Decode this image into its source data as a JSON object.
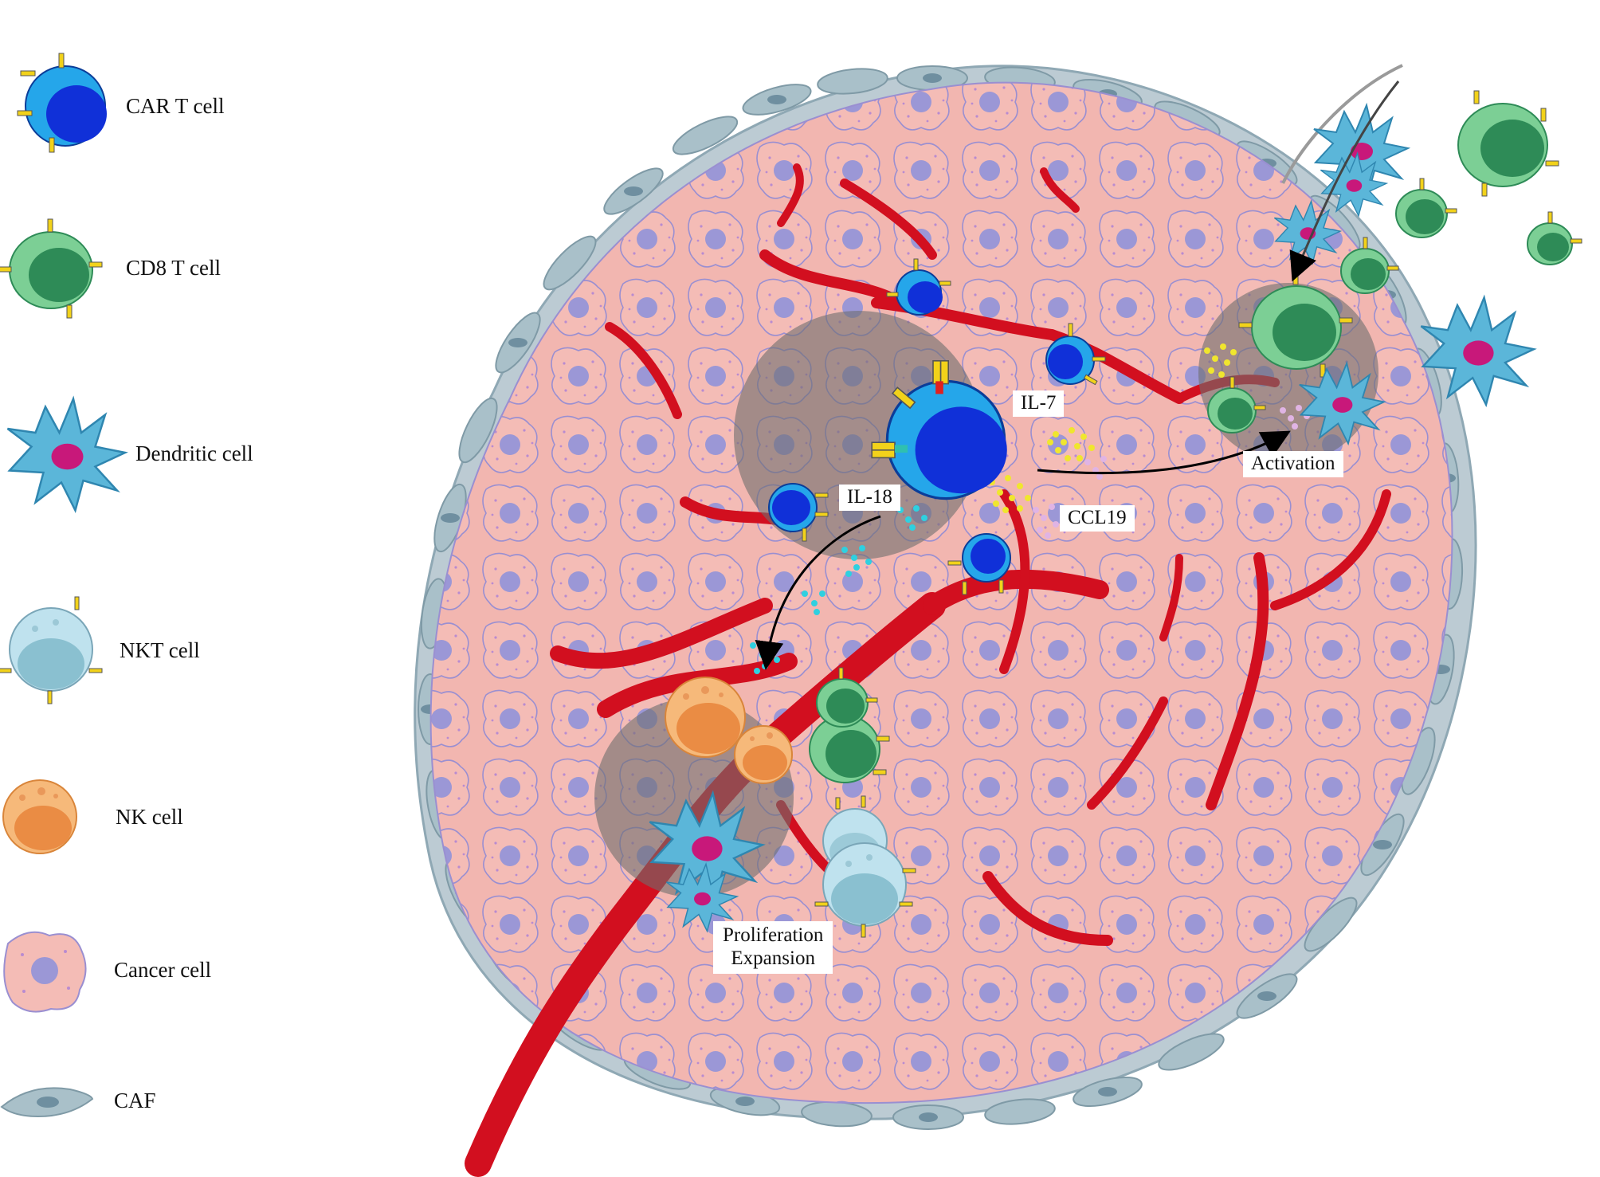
{
  "legend": [
    {
      "key": "car_t",
      "label": "CAR T cell"
    },
    {
      "key": "cd8_t",
      "label": "CD8 T cell"
    },
    {
      "key": "dendritic",
      "label": "Dendritic cell"
    },
    {
      "key": "nkt",
      "label": "NKT cell"
    },
    {
      "key": "nk",
      "label": "NK cell"
    },
    {
      "key": "cancer",
      "label": "Cancer cell"
    },
    {
      "key": "caf",
      "label": "CAF"
    }
  ],
  "labels": {
    "il7": "IL-7",
    "il18": "IL-18",
    "ccl19": "CCL19",
    "activation": "Activation",
    "proliferation": "Proliferation",
    "expansion": "Expansion"
  },
  "colors": {
    "car_t": "#1e88e5",
    "car_t_nucleus": "#1030d8",
    "cd8_t": "#5cb87a",
    "cd8_nucleus": "#2e8b57",
    "dendritic": "#5bb6d9",
    "dendritic_nucleus": "#c8187a",
    "nkt": "#8cbfcf",
    "nk": "#f4a460",
    "cancer": "#f2b6b0",
    "cancer_nucleus": "#9b97d6",
    "caf": "#a9c0c9",
    "vessel": "#d20f1f",
    "zone": "#7a7a7a",
    "receptor": "#f2d21a",
    "il7_dots": "#f0e62e",
    "il18_dots": "#2fd0e0",
    "ccl19_dots": "#e0b4e4"
  }
}
